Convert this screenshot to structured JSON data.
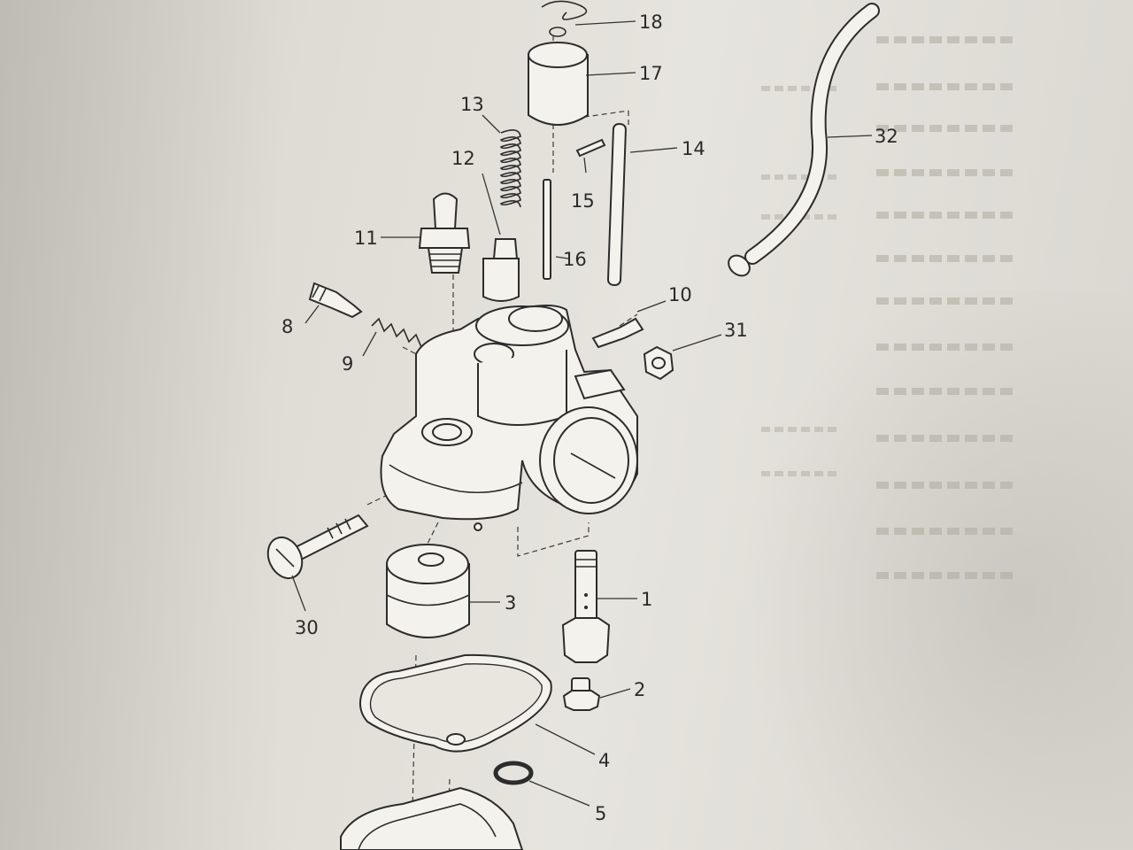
{
  "parts": [
    {
      "id": "p1",
      "label": "1"
    },
    {
      "id": "p2",
      "label": "2"
    },
    {
      "id": "p3",
      "label": "3"
    },
    {
      "id": "p4",
      "label": "4"
    },
    {
      "id": "p5",
      "label": "5"
    },
    {
      "id": "p8",
      "label": "8"
    },
    {
      "id": "p9",
      "label": "9"
    },
    {
      "id": "p10",
      "label": "10"
    },
    {
      "id": "p11",
      "label": "11"
    },
    {
      "id": "p12",
      "label": "12"
    },
    {
      "id": "p13",
      "label": "13"
    },
    {
      "id": "p14",
      "label": "14"
    },
    {
      "id": "p15",
      "label": "15"
    },
    {
      "id": "p16",
      "label": "16"
    },
    {
      "id": "p17",
      "label": "17"
    },
    {
      "id": "p18",
      "label": "18"
    },
    {
      "id": "p30",
      "label": "30"
    },
    {
      "id": "p31",
      "label": "31"
    },
    {
      "id": "p32",
      "label": "32"
    }
  ],
  "colors": {
    "paper": "#e3e1da",
    "ink": "#2c2c2c",
    "faded_text": "#b9b6ad"
  }
}
